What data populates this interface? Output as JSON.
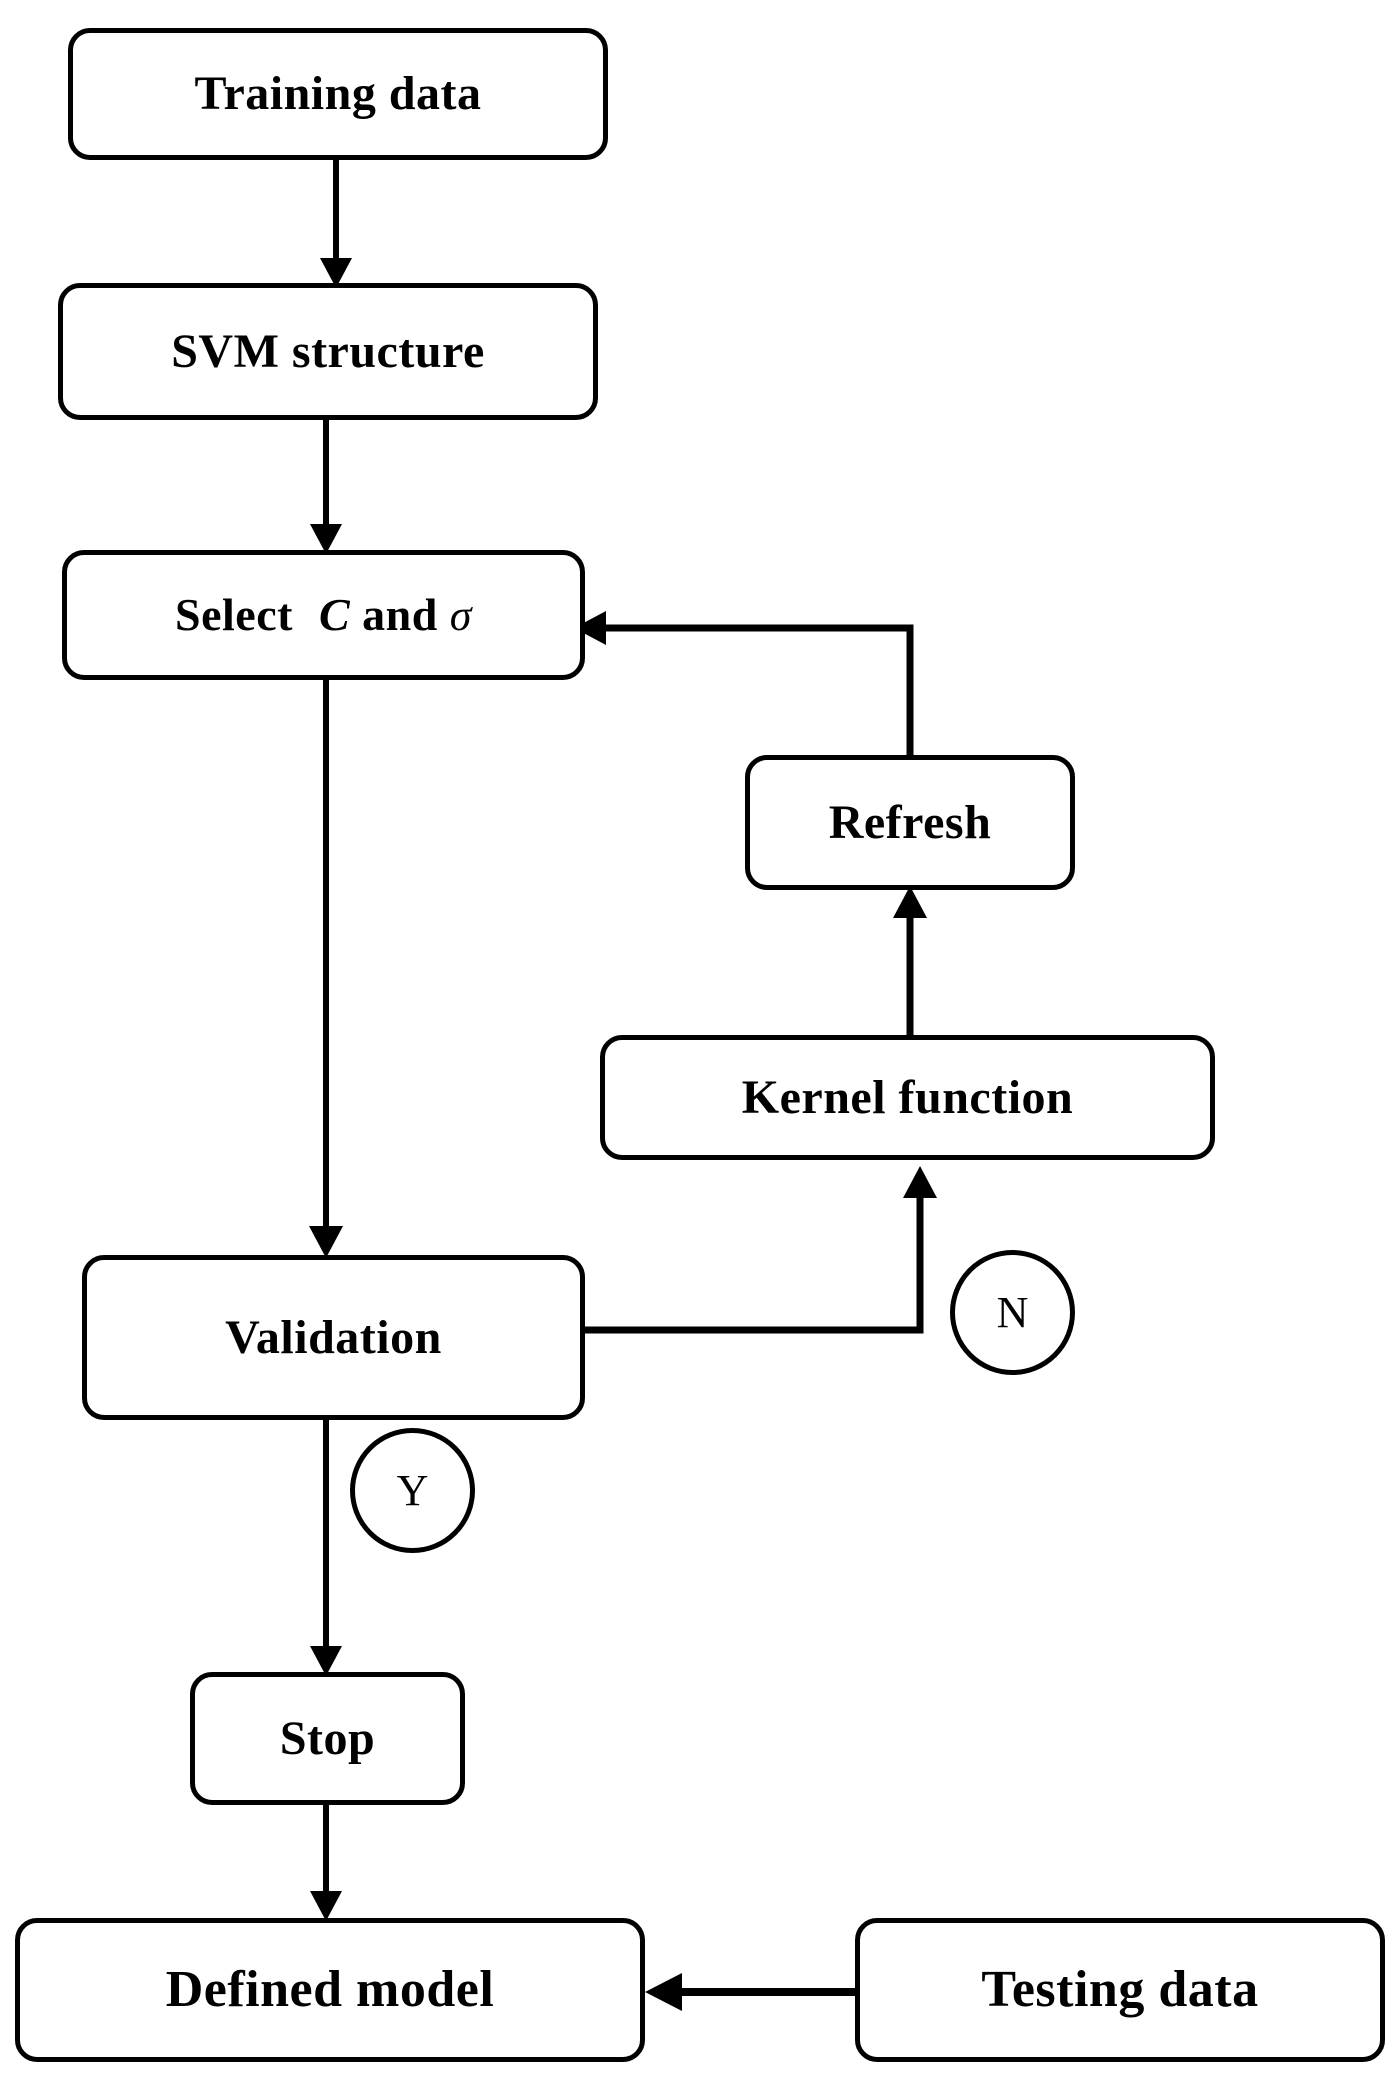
{
  "diagram": {
    "title": "SVM training and validation flowchart",
    "background_color": "#ffffff",
    "stroke_color": "#000000",
    "node_fill": "#ffffff"
  },
  "nodes": [
    {
      "id": "training-data",
      "label": "Training data",
      "shape": "rounded-rect"
    },
    {
      "id": "svm-structure",
      "label": "SVM structure",
      "shape": "rounded-rect"
    },
    {
      "id": "select-params",
      "label": "Select  C and σ",
      "label_prefix": "Select",
      "label_var": "C",
      "label_mid": "and",
      "label_sigma": "σ",
      "shape": "rounded-rect"
    },
    {
      "id": "refresh",
      "label": "Refresh",
      "shape": "rounded-rect"
    },
    {
      "id": "kernel-function",
      "label": "Kernel function",
      "shape": "rounded-rect"
    },
    {
      "id": "validation",
      "label": "Validation",
      "shape": "rounded-rect"
    },
    {
      "id": "stop",
      "label": "Stop",
      "shape": "rounded-rect"
    },
    {
      "id": "defined-model",
      "label": "Defined model",
      "shape": "rounded-rect"
    },
    {
      "id": "testing-data",
      "label": "Testing data",
      "shape": "rounded-rect"
    }
  ],
  "decision_markers": [
    {
      "id": "marker-n",
      "label": "N",
      "shape": "circle",
      "meaning": "No branch from Validation"
    },
    {
      "id": "marker-y",
      "label": "Y",
      "shape": "circle",
      "meaning": "Yes branch from Validation"
    }
  ],
  "edges": [
    {
      "from": "training-data",
      "to": "svm-structure",
      "kind": "arrow-down"
    },
    {
      "from": "svm-structure",
      "to": "select-params",
      "kind": "arrow-down"
    },
    {
      "from": "select-params",
      "to": "validation",
      "kind": "arrow-down"
    },
    {
      "from": "validation",
      "to": "kernel-function",
      "kind": "elbow-right-up",
      "branch": "N"
    },
    {
      "from": "kernel-function",
      "to": "refresh",
      "kind": "arrow-up"
    },
    {
      "from": "refresh",
      "to": "select-params",
      "kind": "elbow-up-left"
    },
    {
      "from": "validation",
      "to": "stop",
      "kind": "arrow-down",
      "branch": "Y"
    },
    {
      "from": "stop",
      "to": "defined-model",
      "kind": "arrow-down"
    },
    {
      "from": "testing-data",
      "to": "defined-model",
      "kind": "arrow-left"
    }
  ]
}
